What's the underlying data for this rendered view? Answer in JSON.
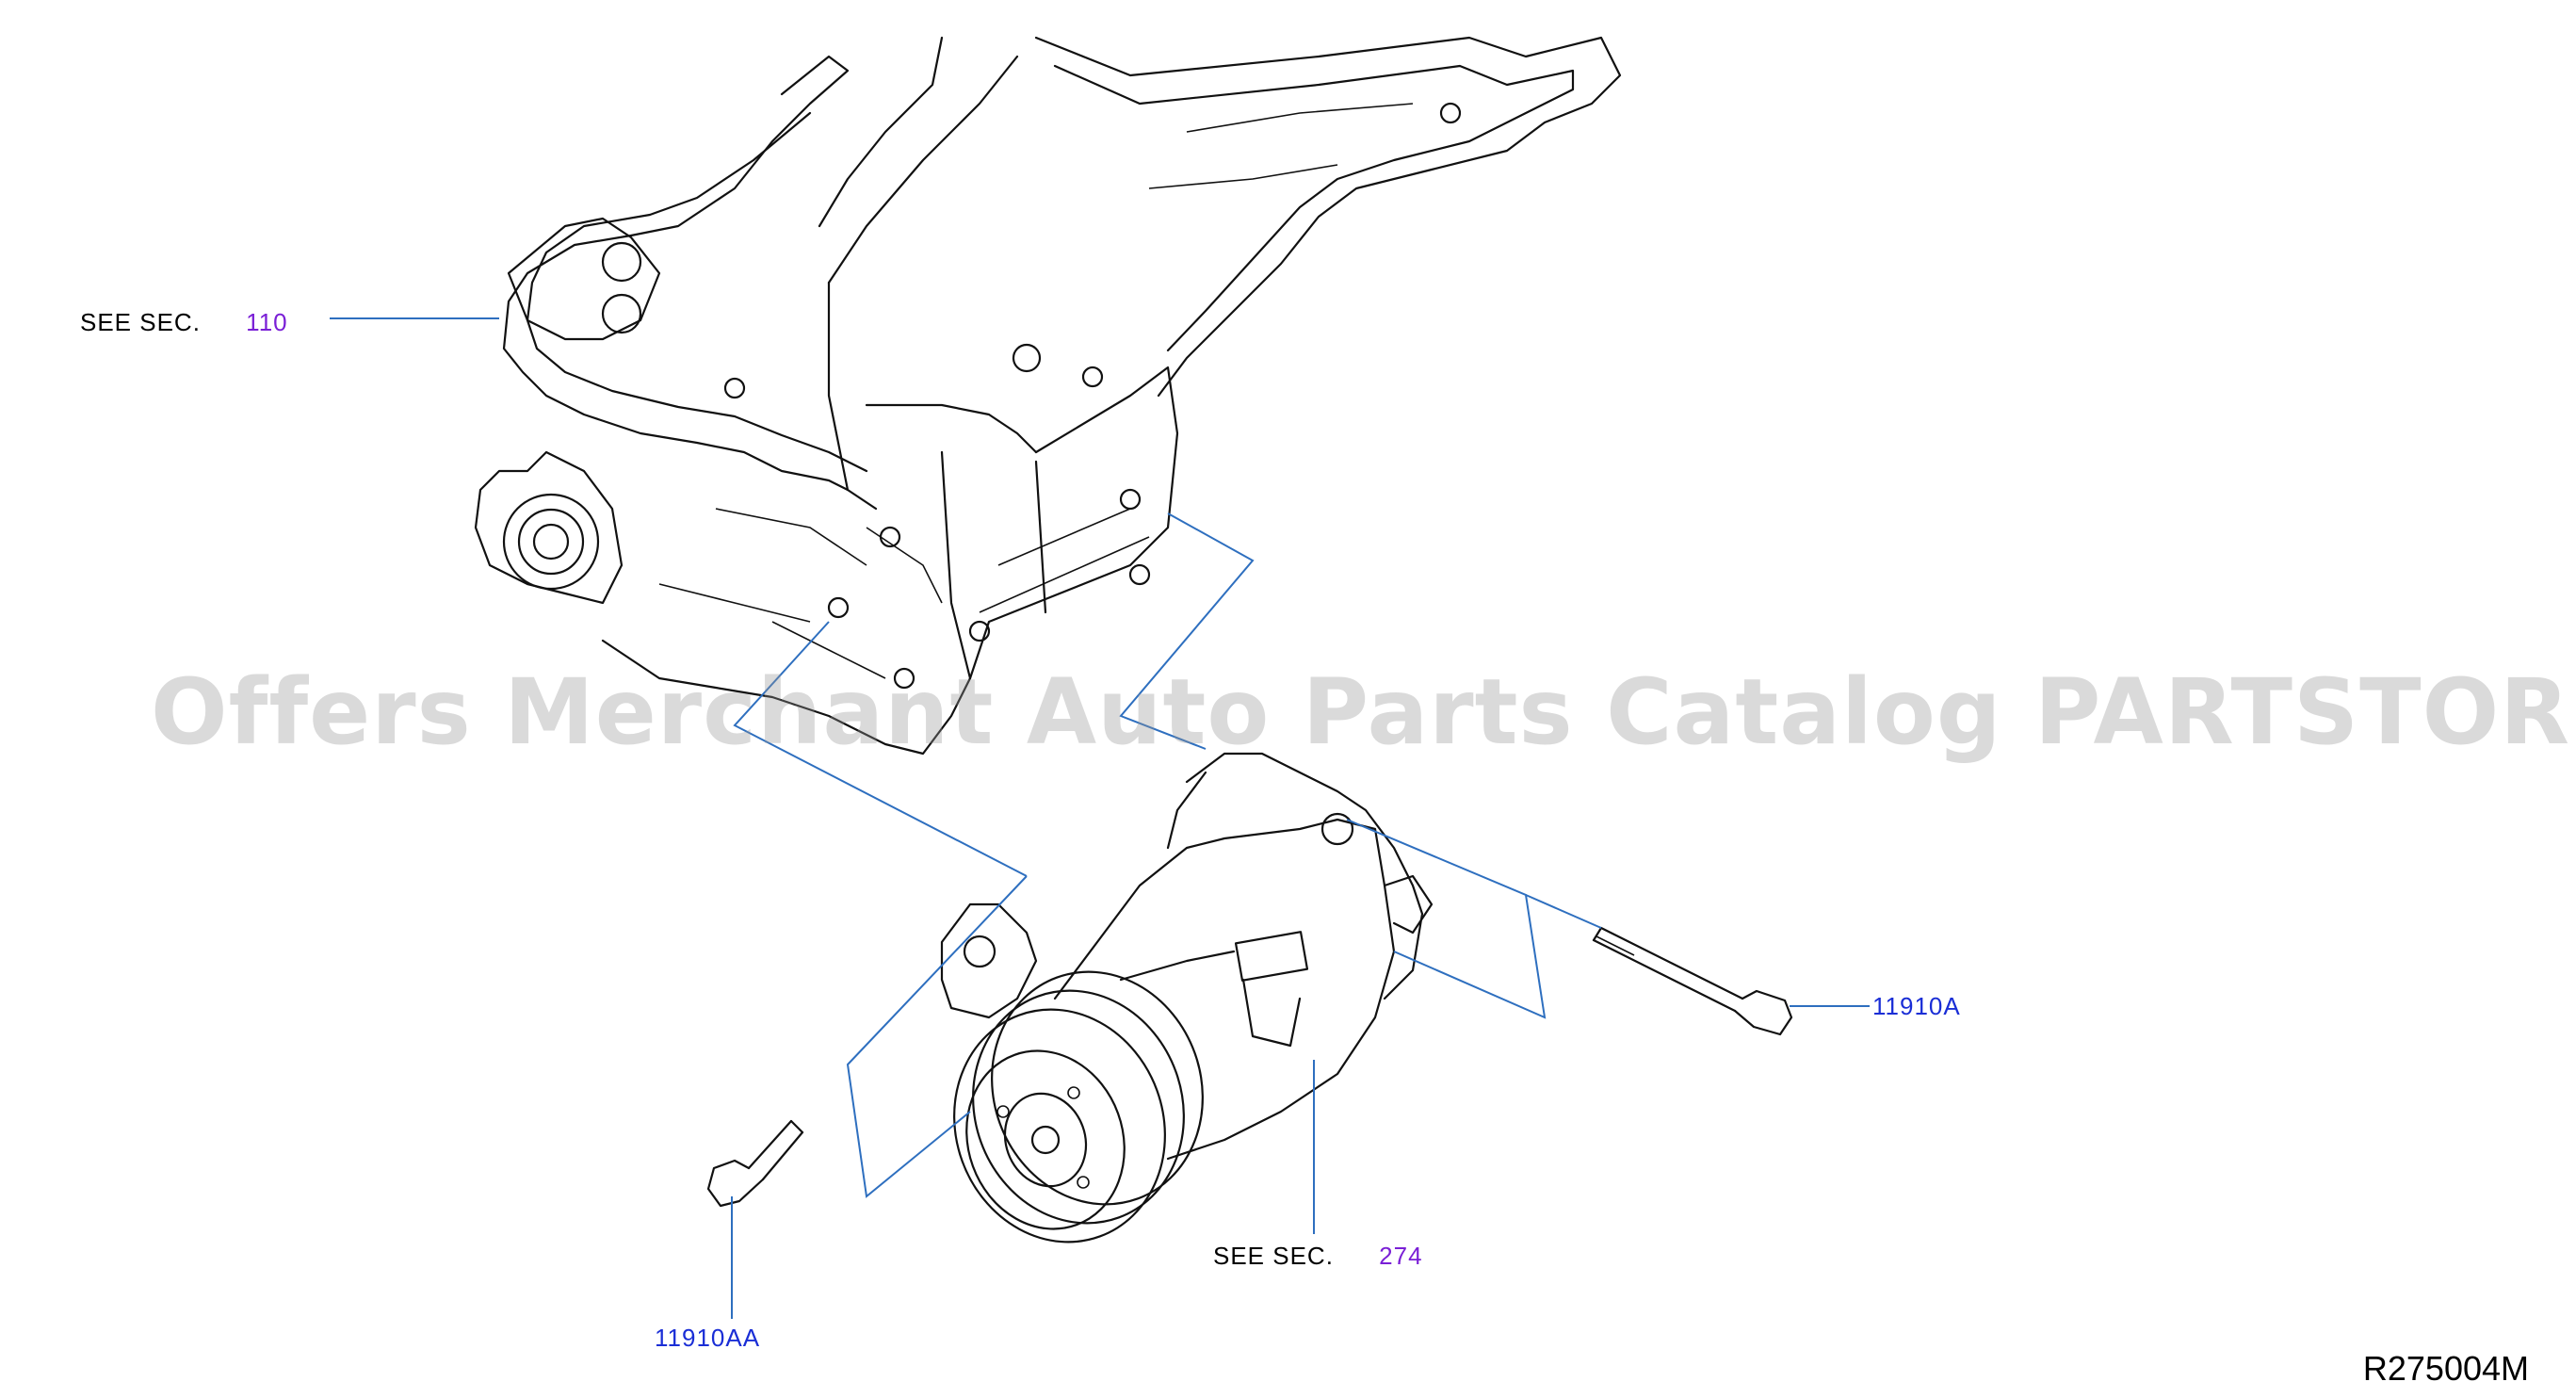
{
  "labels": {
    "see_sec_1_prefix": "SEE   SEC.",
    "see_sec_1_num": "110",
    "see_sec_2_prefix": "SEE   SEC.",
    "see_sec_2_num": "274",
    "part_bolt_long": "11910A",
    "part_bolt_short": "11910AA"
  },
  "watermark": "Offers Merchant Auto Parts Catalog PARTSTORE.SA",
  "diagram_code": "R275004M",
  "colors": {
    "section_ref": "#7a1fd6",
    "part_number": "#1a2ed6",
    "leader_line": "#2e6fbf",
    "watermark": "#969696"
  }
}
